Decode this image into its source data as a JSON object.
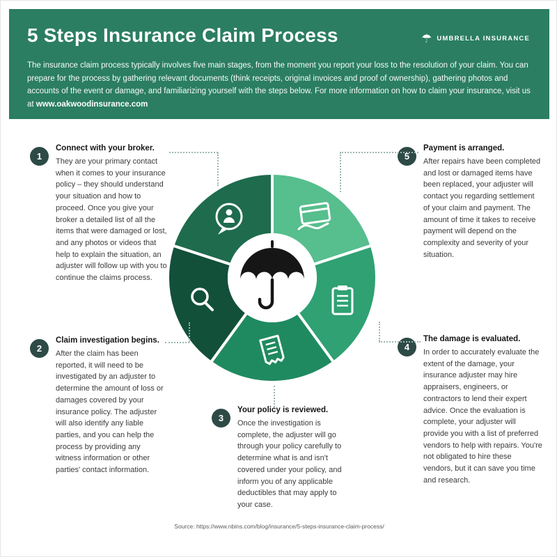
{
  "header": {
    "title": "5 Steps Insurance Claim Process",
    "brand": {
      "glyph": "☂",
      "name": "UMBRELLA INSURANCE"
    },
    "intro_text": "The insurance claim process typically involves five main stages, from the moment you report your loss to the resolution of your claim. You can prepare for the process by gathering relevant documents (think receipts, original invoices and proof of ownership), gathering photos and accounts of the event or damage, and familiarizing yourself with the steps below. For more information on how to claim your insurance, visit us at ",
    "intro_link": "www.oakwoodinsurance.com"
  },
  "steps": [
    {
      "number": "1",
      "title": "Connect with your broker.",
      "body": "They are your primary contact when it comes to your insurance policy – they should understand your situation and how to proceed. Once you give your broker a detailed list of all the items that were damaged or lost, and any photos or videos that help to explain the situation, an adjuster will follow up with you to continue the claims process.",
      "icon": "chat-person-icon"
    },
    {
      "number": "2",
      "title": "Claim investigation begins.",
      "body": "After the claim has been reported, it will need to be investigated by an adjuster to determine the amount of loss or damages covered by your insurance policy. The adjuster will also identify any liable parties, and you can help the process by providing any witness information or other parties' contact information.",
      "icon": "magnifier-icon"
    },
    {
      "number": "3",
      "title": "Your policy is reviewed.",
      "body": "Once the investigation is complete, the adjuster will go through your policy carefully to determine what is and isn't covered under your policy, and inform you of any applicable deductibles that may apply to your case.",
      "icon": "receipt-icon"
    },
    {
      "number": "4",
      "title": "The damage is evaluated.",
      "body": "In order to accurately evaluate the extent of the damage, your insurance adjuster may hire appraisers, engineers, or contractors to lend their expert advice. Once the evaluation is complete, your adjuster will provide you with a list of preferred vendors to help with repairs. You're not obligated to hire these vendors, but it can save you time and research.",
      "icon": "clipboard-icon"
    },
    {
      "number": "5",
      "title": "Payment is arranged.",
      "body": "After repairs have been completed and lost or damaged items have been replaced, your adjuster will contact you regarding settlement of your claim and payment. The amount of time it takes to receive payment will depend on the complexity and severity of your situation.",
      "icon": "credit-card-hand-icon"
    }
  ],
  "center_icon": "umbrella-icon",
  "footer": {
    "source": "Source: https://www.nbins.com/blog/insurance/5-steps-insurance-claim-process/"
  },
  "colors": {
    "header": "#2B7E61",
    "seg1": "#1E6B4E",
    "seg2": "#12503A",
    "seg3": "#1F8A60",
    "seg4": "#2FA173",
    "seg5": "#57BE8E",
    "badge": "#2E4A46",
    "dot": "#9CB8AC",
    "umbrella": "#161616"
  }
}
